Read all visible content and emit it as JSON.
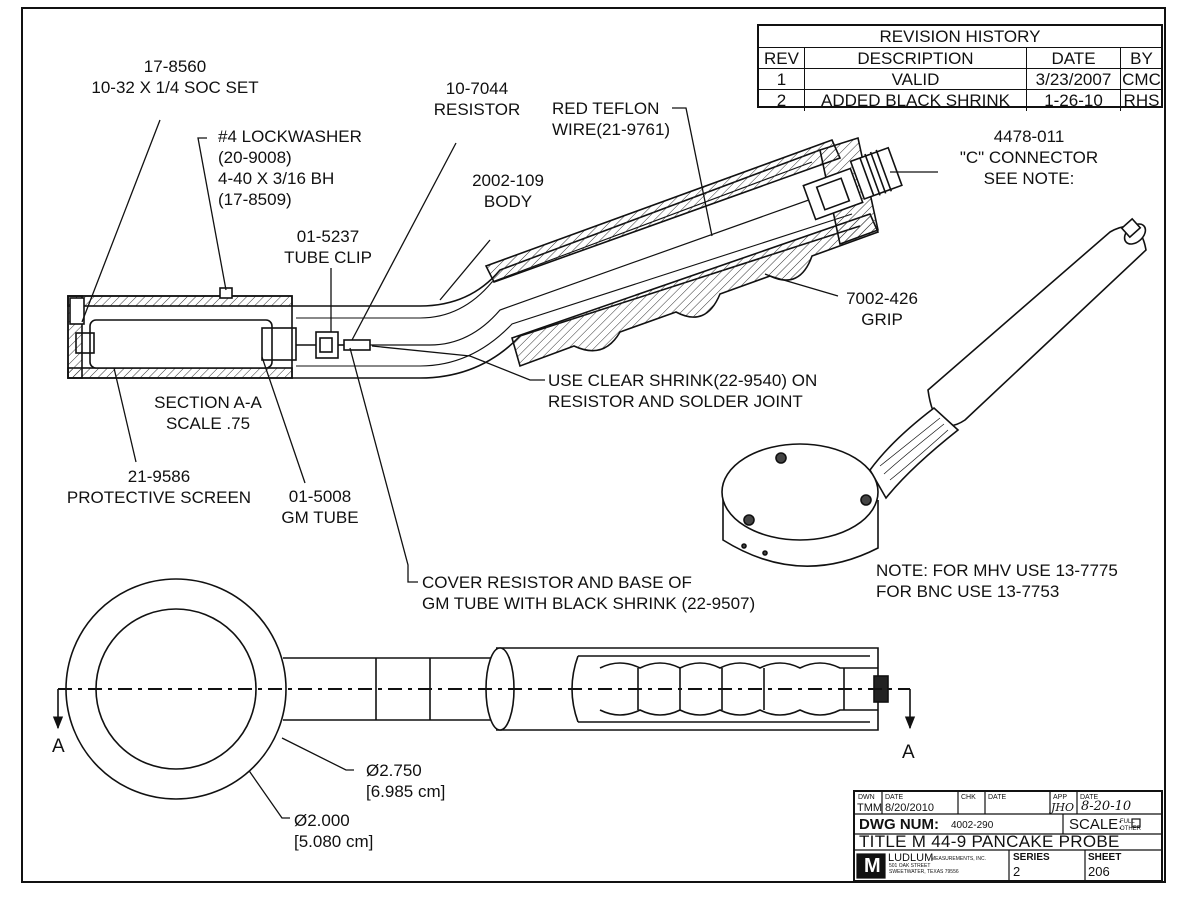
{
  "revision_history": {
    "title": "REVISION HISTORY",
    "headers": [
      "REV",
      "DESCRIPTION",
      "DATE",
      "BY"
    ],
    "rows": [
      [
        "1",
        "VALID",
        "3/23/2007",
        "CMC"
      ],
      [
        "2",
        "ADDED BLACK SHRINK",
        "1-26-10",
        "RHS"
      ]
    ]
  },
  "callouts": {
    "set_screw": [
      "17-8560",
      "10-32 X 1/4 SOC SET"
    ],
    "resistor": [
      "10-7044",
      "RESISTOR"
    ],
    "red_wire": [
      "RED TEFLON",
      "WIRE(21-9761)"
    ],
    "connector": [
      "4478-011",
      "\"C\" CONNECTOR",
      "SEE NOTE:"
    ],
    "lockwasher": [
      "#4 LOCKWASHER",
      "(20-9008)",
      "4-40 X 3/16 BH",
      "(17-8509)"
    ],
    "body": [
      "2002-109",
      "BODY"
    ],
    "tube_clip": [
      "01-5237",
      "TUBE CLIP"
    ],
    "grip": [
      "7002-426",
      "GRIP"
    ],
    "clear_shrink": [
      "USE CLEAR SHRINK(22-9540) ON",
      "RESISTOR AND SOLDER JOINT"
    ],
    "section": [
      "SECTION  A-A",
      "SCALE .75"
    ],
    "screen": [
      "21-9586",
      "PROTECTIVE SCREEN"
    ],
    "gm_tube": [
      "01-5008",
      "GM TUBE"
    ],
    "black_shrink": [
      "COVER RESISTOR AND BASE OF",
      "GM TUBE WITH BLACK SHRINK (22-9507)"
    ],
    "note": [
      "NOTE: FOR MHV USE 13-7775",
      "FOR BNC USE 13-7753"
    ],
    "dim_outer": [
      "Ø2.750",
      "[6.985 cm]"
    ],
    "dim_inner": [
      "Ø2.000",
      "[5.080 cm]"
    ],
    "section_a_left": "A",
    "section_a_right": "A"
  },
  "title_block": {
    "dwn_label": "DWN",
    "dwn_value": "TMM",
    "date_label": "DATE",
    "date_value": "8/20/2010",
    "chk_label": "CHK",
    "chk_date_label": "DATE",
    "app_label": "APP",
    "app_value": "JHO",
    "app_date_label": "DATE",
    "app_date_value": "8-20-10",
    "dwg_label": "DWG NUM:",
    "dwg_value": "4002-290",
    "scale_label": "SCALE:",
    "scale_full": "FULL",
    "scale_other": "OTHER",
    "title": "TITLE M 44-9 PANCAKE PROBE",
    "company": "LUDLUM",
    "company_sub": "MEASUREMENTS, INC.",
    "address1": "501 OAK STREET",
    "address2": "SWEETWATER, TEXAS 79556",
    "logo_letter": "M",
    "series_label": "SERIES",
    "series_value": "2",
    "sheet_label": "SHEET",
    "sheet_value": "206"
  }
}
